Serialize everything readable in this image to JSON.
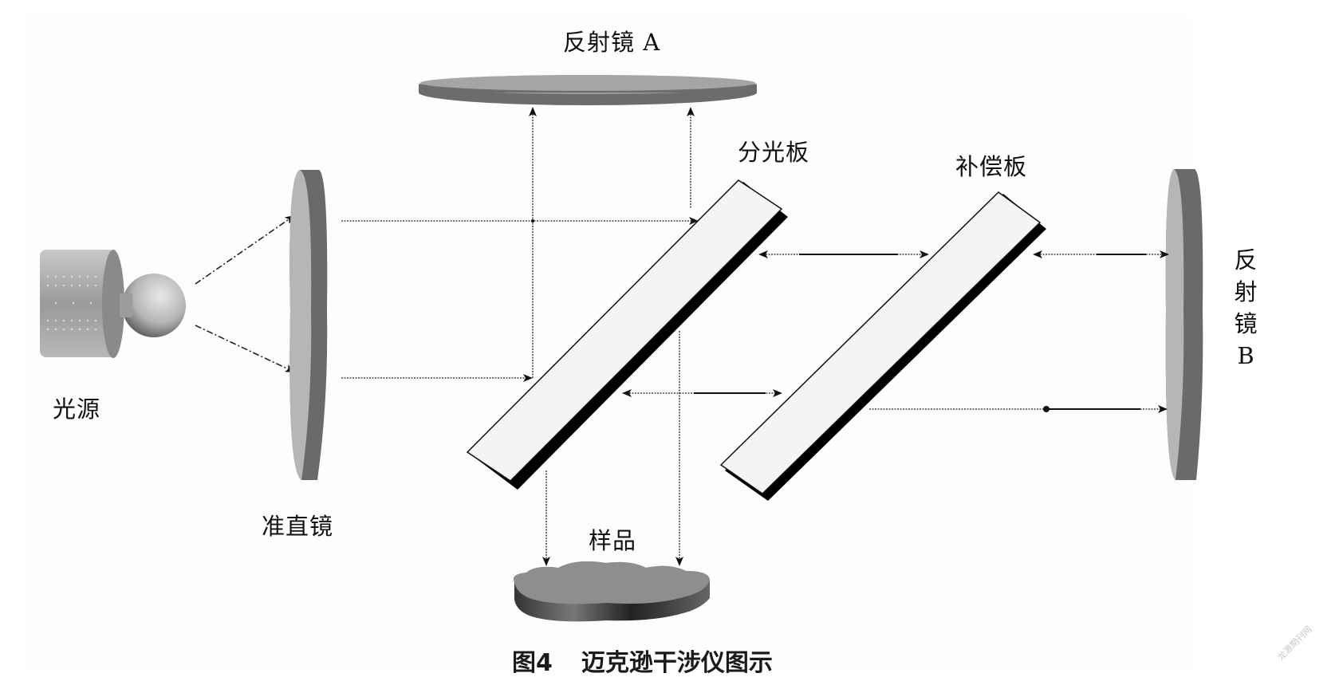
{
  "figure": {
    "caption_number": "图4",
    "caption_title": "迈克逊干涉仪图示",
    "watermark": "龙源期刊网"
  },
  "components": {
    "light_source": "光源",
    "collimator": "准直镜",
    "mirror_a": "反射镜 A",
    "beam_splitter": "分光板",
    "compensator": "补偿板",
    "mirror_b_chars": [
      "反",
      "射",
      "镜",
      "B"
    ],
    "sample": "样品"
  },
  "colors": {
    "plate_face": "#f4f4f4",
    "plate_edge": "#000000",
    "mirror_face": "#b4b4b4",
    "mirror_edge": "#6e6e6e",
    "sample": "#8e8e8e",
    "beam": "#222222"
  }
}
